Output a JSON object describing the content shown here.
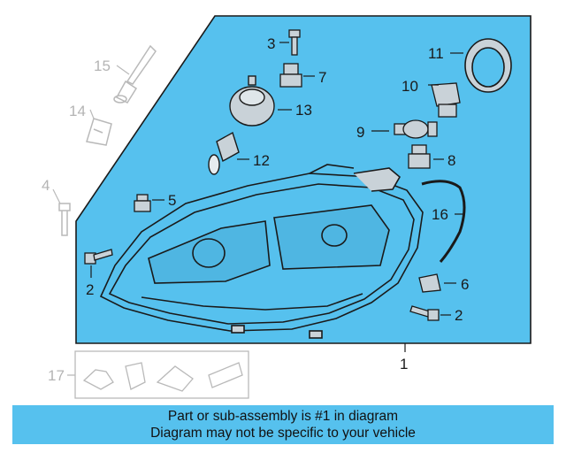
{
  "diagram": {
    "callouts": {
      "c1": "1",
      "c2a": "2",
      "c2b": "2",
      "c3": "3",
      "c4": "4",
      "c5": "5",
      "c6": "6",
      "c7": "7",
      "c8": "8",
      "c9": "9",
      "c10": "10",
      "c11": "11",
      "c12": "12",
      "c13": "13",
      "c14": "14",
      "c15": "15",
      "c16": "16",
      "c17": "17"
    },
    "colors": {
      "panel": "#56c1ee",
      "line": "#1a1a1a",
      "faded": "#b9b9b9"
    }
  },
  "banner": {
    "line1": "Part or sub-assembly is #1 in diagram",
    "line2": "Diagram may not be specific to your vehicle"
  }
}
